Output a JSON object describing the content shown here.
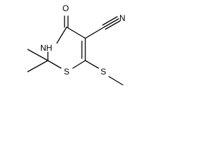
{
  "molecule": {
    "atoms": {
      "oxygen": "O",
      "nitrogen_nitrile": "N",
      "nh": "NH",
      "sulfur_ring": "S",
      "sulfur_methylthio": "S"
    }
  },
  "colors": {
    "bond": "#000000",
    "label": "#000000",
    "background": "#ffffff"
  }
}
